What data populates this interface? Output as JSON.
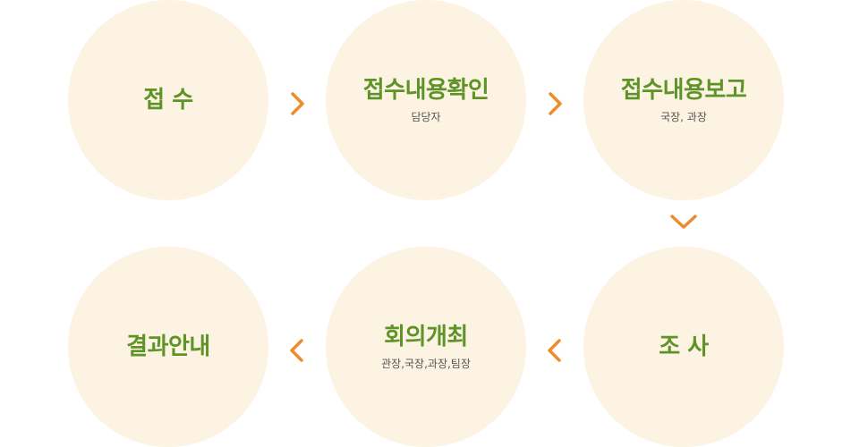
{
  "steps": [
    {
      "title": "접 수",
      "subtitle": ""
    },
    {
      "title": "접수내용확인",
      "subtitle": "담당자"
    },
    {
      "title": "접수내용보고",
      "subtitle": "국장, 과장"
    },
    {
      "title": "조 사",
      "subtitle": ""
    },
    {
      "title": "회의개최",
      "subtitle": "관장,국장,과장,팀장"
    },
    {
      "title": "결과안내",
      "subtitle": ""
    }
  ],
  "colors": {
    "circle_fill": "#fcf3e3",
    "title_text": "#5e9427",
    "subtitle_text": "#555555",
    "arrow": "#ec8c2d"
  },
  "icons": {
    "right": "chevron-right-icon",
    "down": "chevron-down-icon",
    "left": "chevron-left-icon"
  }
}
